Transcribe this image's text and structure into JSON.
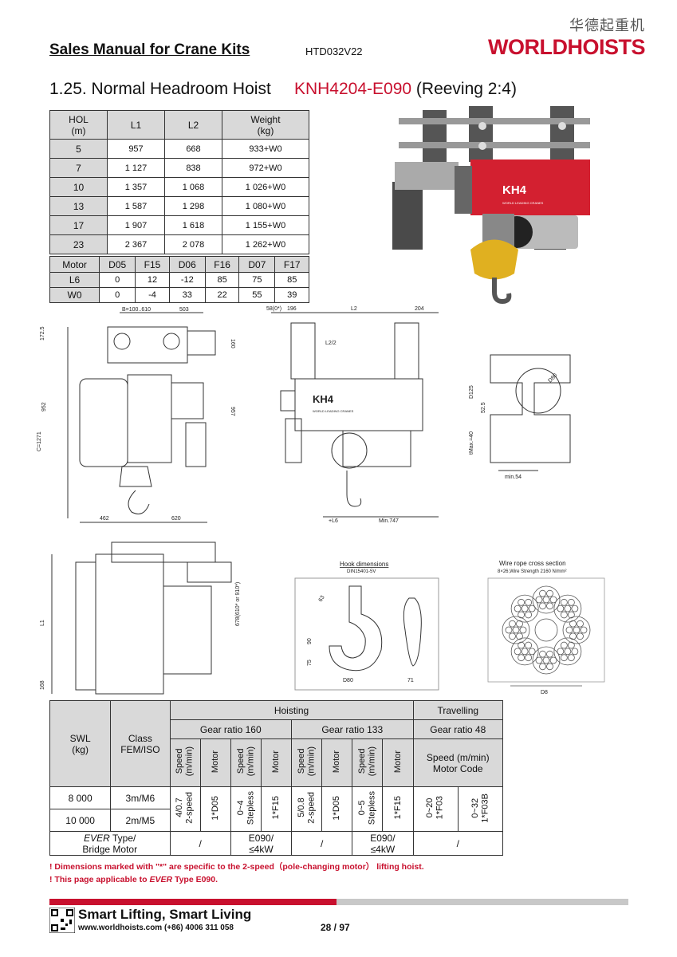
{
  "header": {
    "title": "Sales Manual for Crane Kits",
    "doc_code": "HTD032V22",
    "logo_cn": "华德起重机",
    "logo_brand": "WORLDHOISTS"
  },
  "section": {
    "number_title": "1.25. Normal Headroom Hoist",
    "model": "KNH4204-E090",
    "reeving": "(Reeving 2:4)"
  },
  "dim_table": {
    "headers": [
      "HOL\n(m)",
      "L1",
      "L2",
      "Weight\n(kg)"
    ],
    "rows": [
      [
        "5",
        "957",
        "668",
        "933+W0"
      ],
      [
        "7",
        "1 127",
        "838",
        "972+W0"
      ],
      [
        "10",
        "1 357",
        "1 068",
        "1 026+W0"
      ],
      [
        "13",
        "1 587",
        "1 298",
        "1 080+W0"
      ],
      [
        "17",
        "1 907",
        "1 618",
        "1 155+W0"
      ],
      [
        "23",
        "2 367",
        "2 078",
        "1 262+W0"
      ]
    ]
  },
  "motor_table": {
    "headers": [
      "Motor",
      "D05",
      "F15",
      "D06",
      "F16",
      "D07",
      "F17"
    ],
    "rows": [
      [
        "L6",
        "0",
        "12",
        "-12",
        "85",
        "75",
        "85"
      ],
      [
        "W0",
        "0",
        "-4",
        "33",
        "22",
        "55",
        "39"
      ]
    ]
  },
  "photo": {
    "label": "KH4",
    "sublabel": "WORLD LEADING CRANES"
  },
  "drawing_labels": {
    "front": {
      "b": "B=100..610",
      "w503": "503",
      "h172": "172.5",
      "h160": "160",
      "h952": "952",
      "c": "C=1271",
      "h957": "957",
      "w462": "462",
      "w620": "620"
    },
    "side": {
      "d58": "58(0*)",
      "d196": "196",
      "l2": "L2",
      "d204": "204",
      "l2half": "L2/2",
      "kh4": "KH4",
      "kh4sub": "WORLD LEADING CRANES",
      "l6": "+L6",
      "min747": "Min.747"
    },
    "rail": {
      "d80": "D80",
      "d125": "D125",
      "d52": "52.5",
      "tmax": "tMax.=40",
      "min54": "min.54"
    },
    "top": {
      "l1": "L1",
      "d168": "168",
      "d678": "678(610* or 910*)"
    },
    "hook": {
      "title": "Hook dimensions",
      "sub": "DIN15401-5V",
      "d63": "63",
      "d90": "90",
      "d75": "75",
      "d80": "D80",
      "d71": "71"
    },
    "rope": {
      "title": "Wire rope cross section",
      "sub": "8×26,Wire Strength 2160 N/mm²",
      "d8": "D8"
    }
  },
  "spec_table": {
    "hoisting": "Hoisting",
    "travelling": "Travelling",
    "swl": "SWL\n(kg)",
    "class": "Class\nFEM/ISO",
    "gear160": "Gear ratio 160",
    "gear133": "Gear ratio 133",
    "gear48": "Gear ratio 48",
    "speed": "Speed\n(m/min)",
    "motor": "Motor",
    "speed_motor_code": "Speed (m/min)\nMotor Code",
    "rows": [
      {
        "swl": "8 000",
        "cls": "3m/M6"
      },
      {
        "swl": "10 000",
        "cls": "2m/M5"
      }
    ],
    "cells": {
      "g160_speed1": "4/0.7\n2-speed",
      "g160_motor1": "1*D05",
      "g160_speed2": "0~4\nStepless",
      "g160_motor2": "1*F15",
      "g133_speed1": "5/0.8\n2-speed",
      "g133_motor1": "1*D05",
      "g133_speed2": "0~5\nStepless",
      "g133_motor2": "1*F15",
      "tr1": "0~20\n1*F03",
      "tr2": "0~32\n1*F03B"
    },
    "ever_label": "EVER",
    "ever_rest": " Type/",
    "bridge_motor": "Bridge Motor",
    "slash": "/",
    "e090": "E090/\n≤4kW"
  },
  "notes": [
    "! Dimensions marked with \"*\" are specific to the 2-speed（pole-changing motor） lifting hoist.",
    "! This page applicable to "
  ],
  "note2_ever": "EVER",
  "note2_tail": " Type E090.",
  "footer": {
    "slogan": "Smart Lifting, Smart Living",
    "contact": "www.worldhoists.com   (+86) 4006 311 058",
    "page": "28 / 97"
  }
}
